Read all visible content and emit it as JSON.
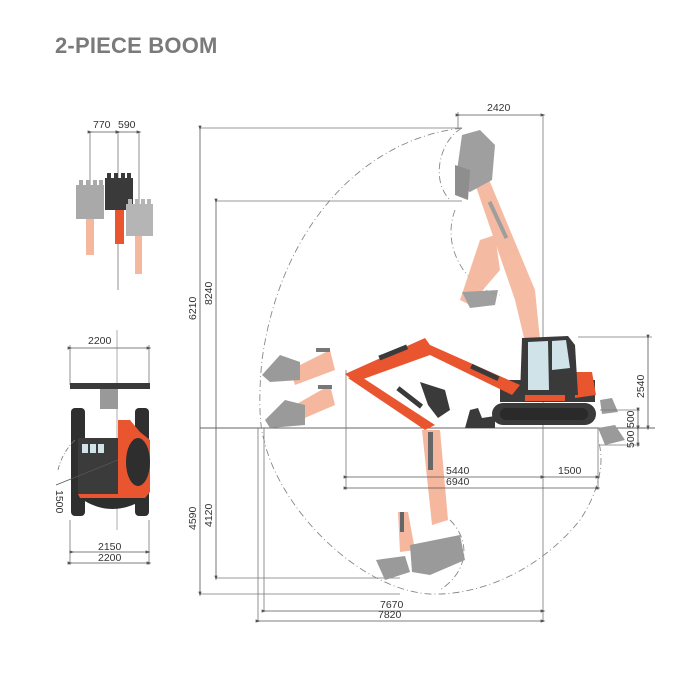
{
  "title": "2-PIECE BOOM",
  "colors": {
    "machine_orange": "#e8552f",
    "ghost_orange": "#f5b89e",
    "dark_body": "#3a3a3a",
    "ghost_gray": "#9a9a9a",
    "dimension_line": "#777777",
    "title_gray": "#7a7a7a"
  },
  "top_view_boom_offset": {
    "left_offset": "770",
    "right_offset": "590"
  },
  "front_view": {
    "blade_width": "2200",
    "track_width": "2150",
    "overall_width": "2200",
    "tail_swing_radius": "1500"
  },
  "side_view": {
    "max_reach_height_upper": "6210",
    "max_dump_height": "8240",
    "max_digging_depth": "4590",
    "max_vertical_wall_depth": "4120",
    "boom_top_width": "2420",
    "cab_height": "2540",
    "blade_lift": "500",
    "blade_drop": "500",
    "min_swing_radius": "5440",
    "tail_length": "1500",
    "overall_length": "6940",
    "max_reach_ground": "7670",
    "max_reach": "7820"
  }
}
